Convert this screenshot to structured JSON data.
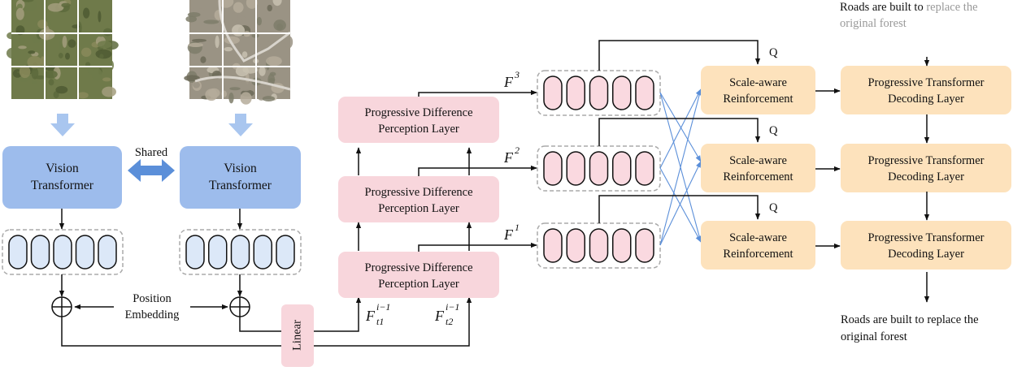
{
  "satellite_images": [
    {
      "name": "time-1",
      "palette": [
        "#6f7a4a",
        "#8a8a5a",
        "#5d6a3c",
        "#a39e7d",
        "#4f5a33"
      ]
    },
    {
      "name": "time-2",
      "palette": [
        "#9a9384",
        "#b5ac9a",
        "#6c6a58",
        "#c8c1b0",
        "#7e7d6a"
      ]
    }
  ],
  "encoder": {
    "left_label": "Vision Transformer",
    "right_label": "Vision Transformer",
    "shared_label": "Shared",
    "position_embedding_label": "Position Embedding",
    "linear_label": "Linear"
  },
  "pdp_layers": [
    {
      "label": "Progressive Difference Perception Layer"
    },
    {
      "label": "Progressive Difference Perception Layer"
    },
    {
      "label": "Progressive Difference Perception Layer"
    }
  ],
  "features": [
    {
      "sym": "F",
      "sup": "3"
    },
    {
      "sym": "F",
      "sup": "2"
    },
    {
      "sym": "F",
      "sup": "1"
    }
  ],
  "inputs": {
    "ft1": {
      "sym": "F",
      "sup": "i−1",
      "sub": "t1"
    },
    "ft2": {
      "sym": "F",
      "sup": "i−1",
      "sub": "t2"
    }
  },
  "scale_aware": [
    {
      "label": "Scale-aware Reinforcement",
      "q": "Q"
    },
    {
      "label": "Scale-aware Reinforcement",
      "q": "Q"
    },
    {
      "label": "Scale-aware Reinforcement",
      "q": "Q"
    }
  ],
  "decoders": [
    {
      "label": "Progressive Transformer Decoding Layer"
    },
    {
      "label": "Progressive Transformer Decoding Layer"
    },
    {
      "label": "Progressive Transformer Decoding Layer"
    }
  ],
  "text_in": {
    "line1_black": "Roads are built to ",
    "line1_gray": "replace the",
    "line2_gray": "original forest"
  },
  "text_out": {
    "line1": "Roads are built to replace the",
    "line2": "original forest"
  },
  "colors": {
    "vit": "#9dbcec",
    "vit_arrow": "#a9c6ef",
    "shared_arrow": "#5b8fd9",
    "token_fill": "#dce8f8",
    "pdp": "#f8d6dc",
    "feature_token": "#fad9e0",
    "scale": "#fde2bc",
    "decoder": "#fde2bc",
    "linear": "#f8d6dc",
    "cross_lines": "#5b8fd9"
  }
}
